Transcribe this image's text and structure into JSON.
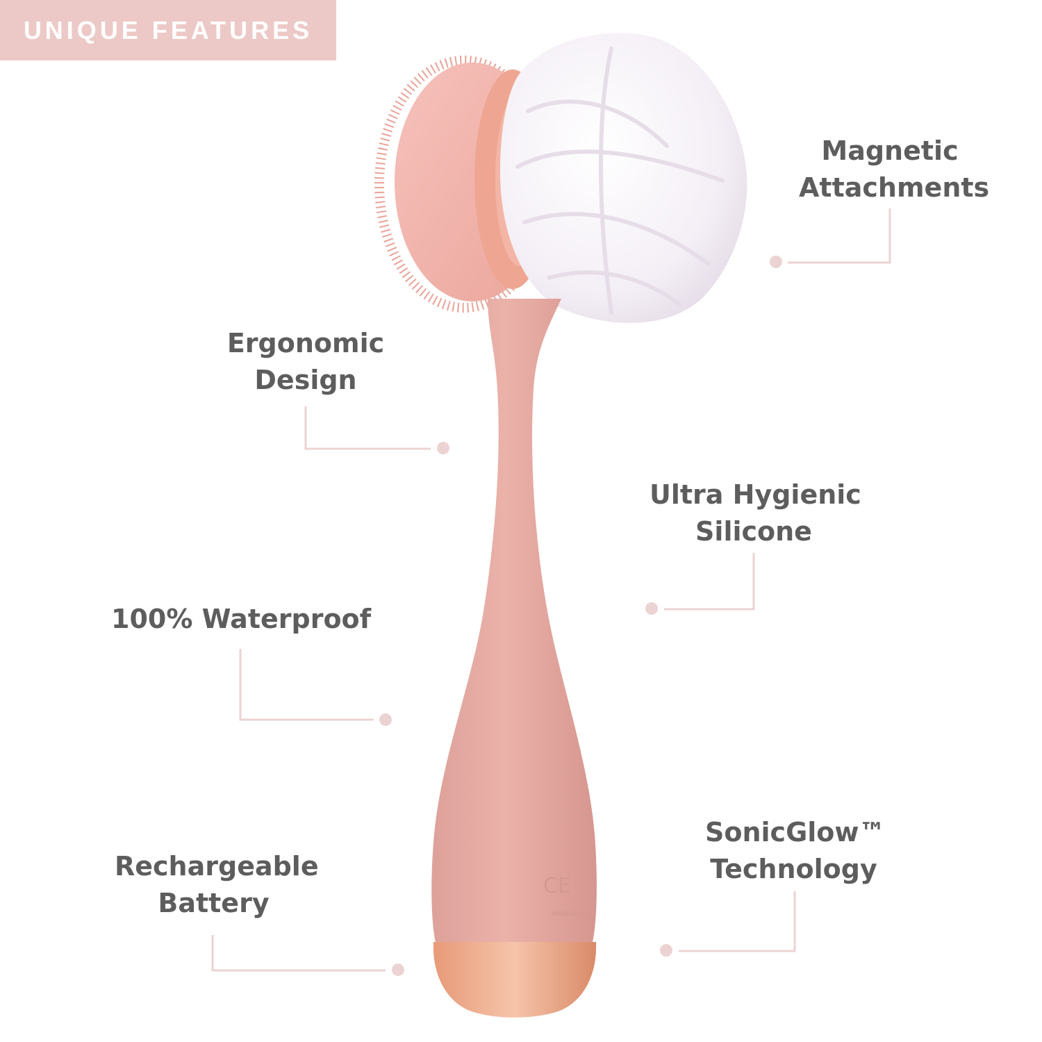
{
  "banner": {
    "text": "UNIQUE FEATURES"
  },
  "colors": {
    "banner_bg": "#ecc9c7",
    "label_text": "#5d5d5d",
    "connector": "#ecd3d3",
    "device_body": "#e8aca3",
    "rose_gold_base": "#e7a07e",
    "loofah": "#f7f3f7"
  },
  "features": [
    {
      "id": "magnetic-attachments",
      "lines": [
        "Magnetic",
        "Attachments"
      ]
    },
    {
      "id": "ergonomic-design",
      "lines": [
        "Ergonomic",
        "Design"
      ]
    },
    {
      "id": "ultra-hygienic-silicone",
      "lines": [
        "Ultra Hygienic",
        "Silicone"
      ]
    },
    {
      "id": "waterproof",
      "lines": [
        "100% Waterproof"
      ]
    },
    {
      "id": "rechargeable-battery",
      "lines": [
        "Rechargeable",
        "Battery"
      ]
    },
    {
      "id": "sonicglow-technology",
      "lines": [
        "SonicGlow™",
        "Technology"
      ]
    }
  ]
}
